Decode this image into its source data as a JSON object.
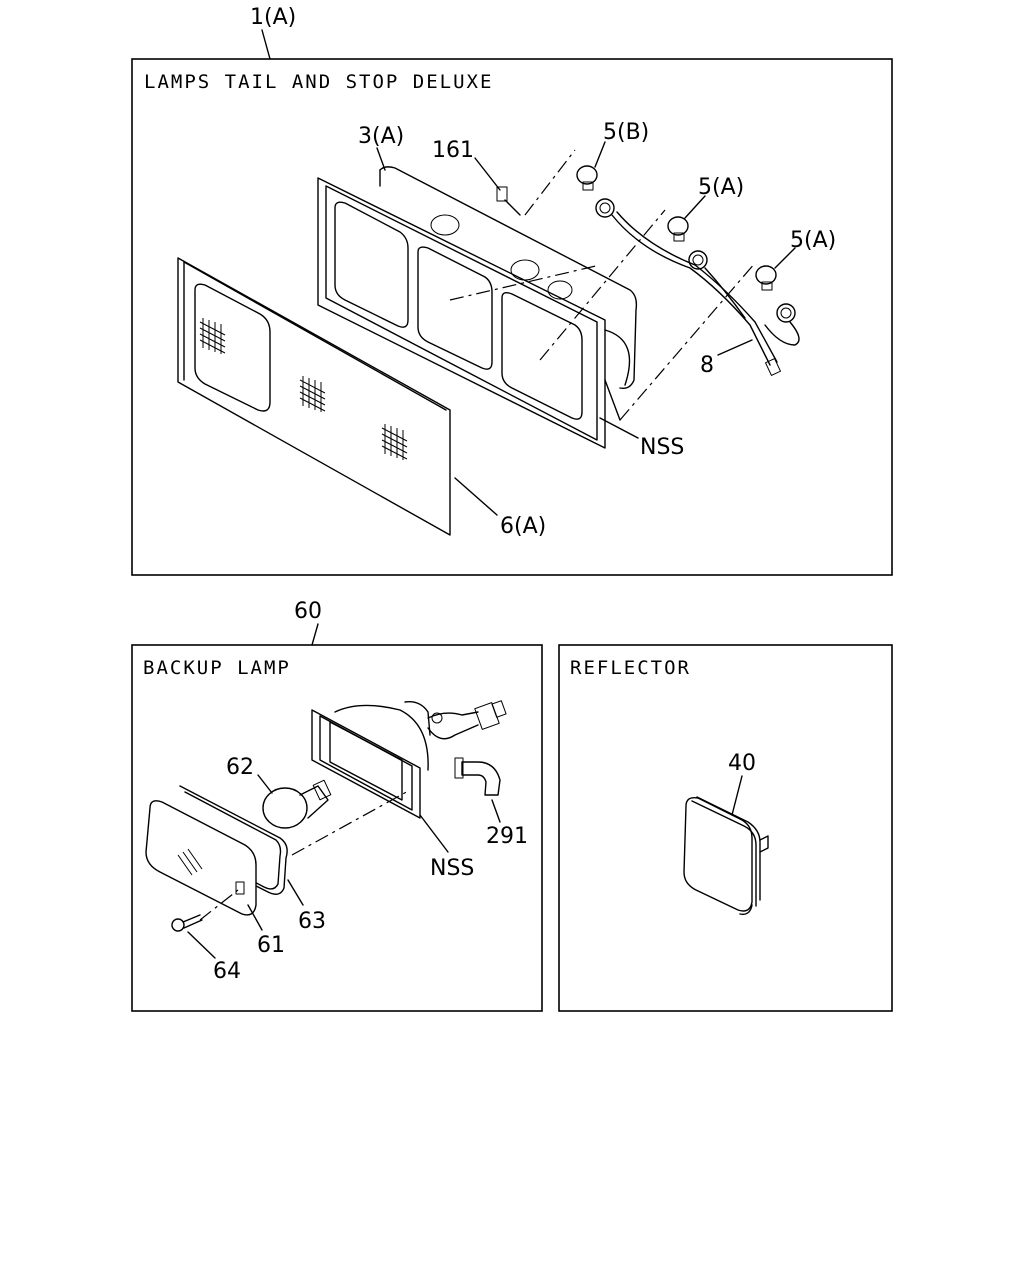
{
  "panels": {
    "tail_stop": {
      "title": "LAMPS TAIL AND STOP DELUXE",
      "assembly_ref": "1(A)",
      "callouts": {
        "housing": "3(A)",
        "screw": "161",
        "bulb_b": "5(B)",
        "bulb_a_upper": "5(A)",
        "bulb_a_lower": "5(A)",
        "harness": "8",
        "nss": "NSS",
        "lens": "6(A)"
      }
    },
    "backup": {
      "title": "BACKUP LAMP",
      "assembly_ref": "60",
      "callouts": {
        "bulb": "62",
        "connector": "291",
        "nss": "NSS",
        "gasket": "63",
        "lens": "61",
        "screw": "64"
      }
    },
    "reflector": {
      "title": "REFLECTOR",
      "callouts": {
        "reflector": "40"
      }
    }
  }
}
